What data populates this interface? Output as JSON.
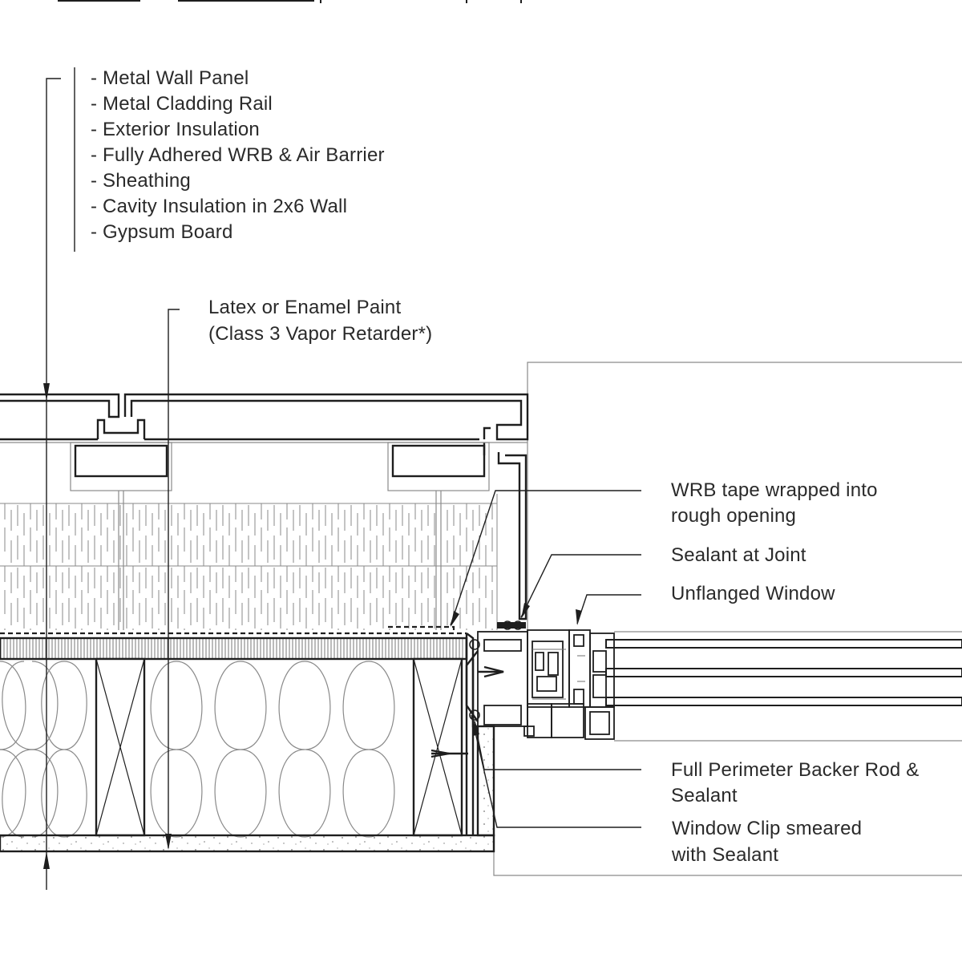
{
  "wall_assembly": {
    "layers": [
      "- Metal Wall Panel",
      "- Metal Cladding Rail",
      "- Exterior Insulation",
      "- Fully Adhered WRB & Air Barrier",
      "- Sheathing",
      "- Cavity Insulation in 2x6 Wall",
      "- Gypsum Board"
    ]
  },
  "callouts": {
    "paint": [
      "Latex or Enamel Paint",
      "(Class 3 Vapor Retarder*)"
    ],
    "wrb_tape": [
      "WRB tape wrapped into",
      "rough opening"
    ],
    "sealant_joint": [
      "Sealant at Joint"
    ],
    "window": [
      "Unflanged Window"
    ],
    "backer_rod": [
      "Full Perimeter Backer Rod &",
      "Sealant"
    ],
    "window_clip": [
      "Window Clip smeared",
      "with Sealant"
    ]
  },
  "colors": {
    "line": "#1e1e1e",
    "thin": "#6f6f6f",
    "text": "#2a2a2a"
  }
}
